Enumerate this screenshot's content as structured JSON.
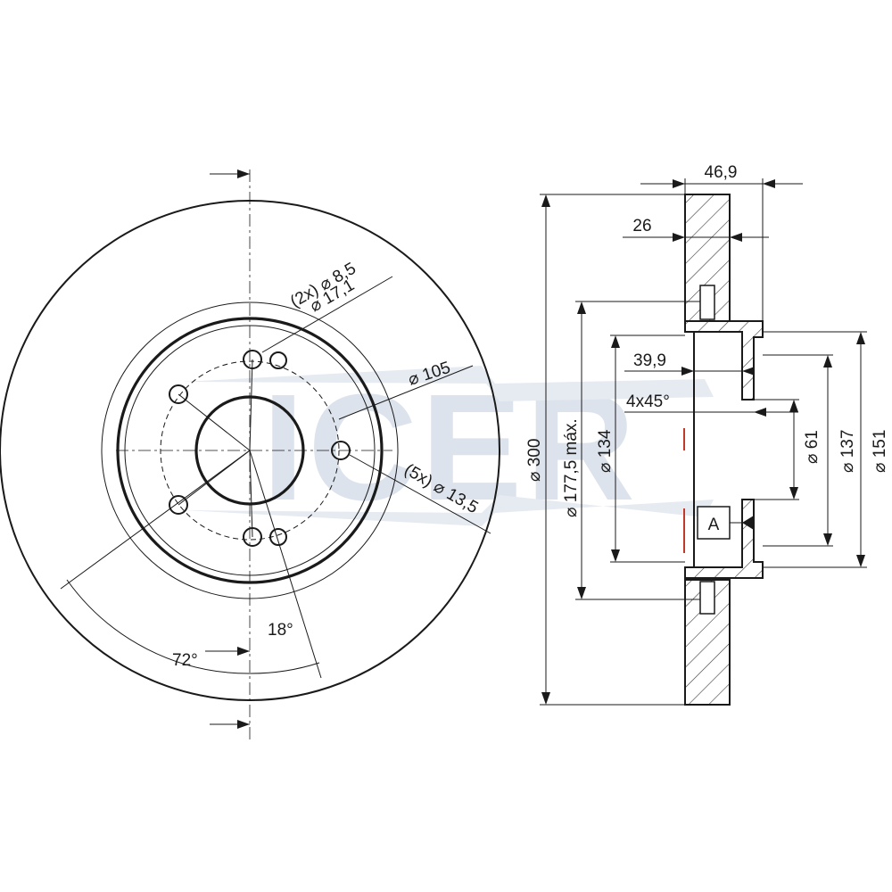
{
  "watermark": {
    "text": "ICER",
    "color": "#dde3ec"
  },
  "colors": {
    "line": "#1a1a1a",
    "hatch": "#3a3a3a",
    "accent": "#c0392b"
  },
  "front_view": {
    "hole_small": "(2x) ⌀ 8,5",
    "hole_small_counterbore": "⌀ 17,1",
    "bolt_circle": "⌀ 105",
    "bolt_holes": "(5x) ⌀ 13,5",
    "angle_small": "18°",
    "angle_large": "72°"
  },
  "section_view": {
    "total_height": "46,9",
    "disc_thickness": "26",
    "hat_depth": "39,9",
    "chamfer": "4x45°",
    "outer_diameter": "⌀ 300",
    "friction_inner_diameter": "⌀ 177,5 máx.",
    "hat_outer_diameter": "⌀ 134",
    "center_bore": "⌀ 61",
    "hub_diameter_1": "⌀ 137",
    "hub_diameter_2": "⌀ 151",
    "datum": "A"
  }
}
